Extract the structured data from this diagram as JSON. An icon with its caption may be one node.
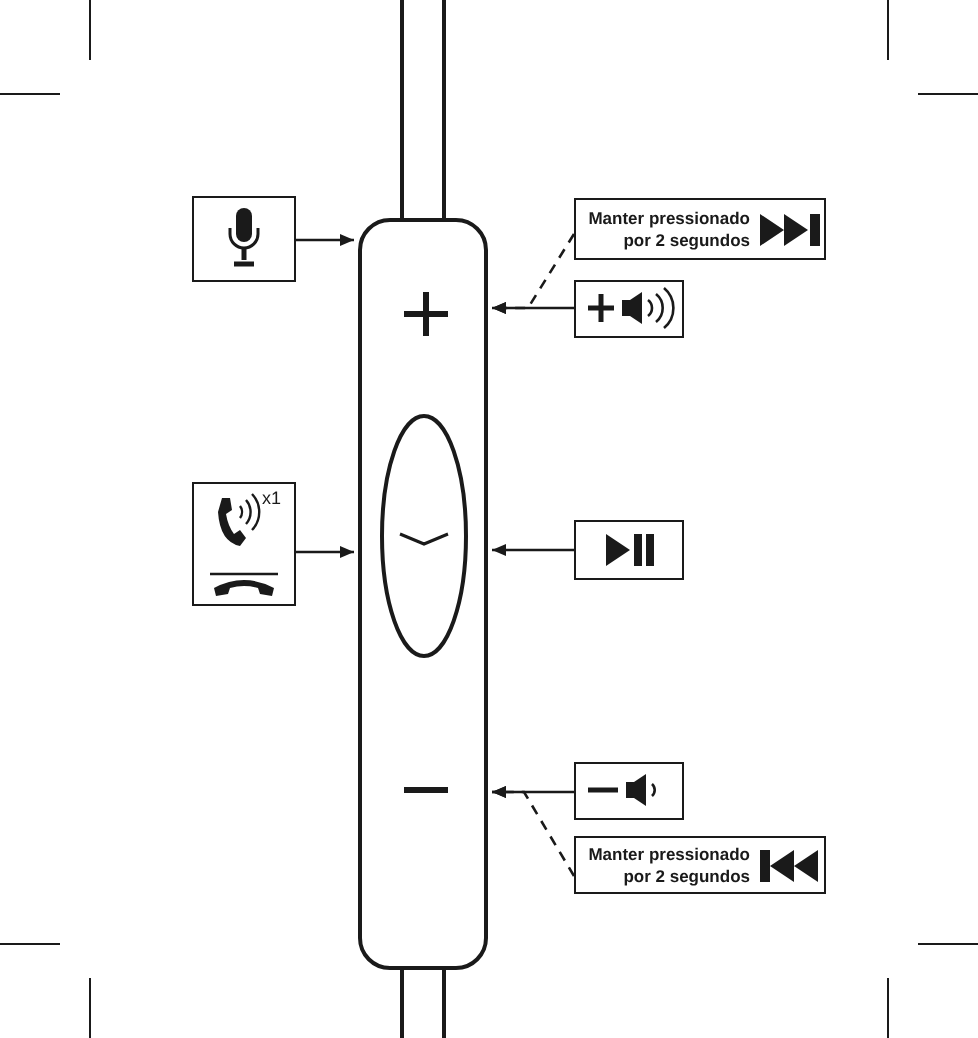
{
  "diagram": {
    "nodes": [
      {
        "text": [],
        "shape": "box"
      },
      {
        "text": [],
        "shape": "box"
      },
      {
        "text": [
          "x1"
        ]
      },
      {
        "text": [
          "Manter pressionado por 2 segundos"
        ]
      },
      {
        "text": [],
        "shape": "box"
      },
      {
        "text": [],
        "shape": "box"
      },
      {
        "text": [],
        "shape": "box"
      },
      {
        "text": [
          "Manter pressionado por 2 segundos"
        ]
      }
    ],
    "edges": [
      {
        "from": 1,
        "to": 0,
        "arrow": "to"
      },
      {
        "from": 2,
        "to": 0,
        "arrow": "to"
      },
      {
        "from": 3,
        "to": 0,
        "arrow": "to",
        "style": "dashed"
      },
      {
        "from": 4,
        "to": 0,
        "arrow": "to"
      },
      {
        "from": 5,
        "to": 0,
        "arrow": "to"
      },
      {
        "from": 6,
        "to": 0,
        "arrow": "to"
      },
      {
        "from": 7,
        "to": 0,
        "arrow": "to",
        "style": "dashed"
      }
    ]
  }
}
